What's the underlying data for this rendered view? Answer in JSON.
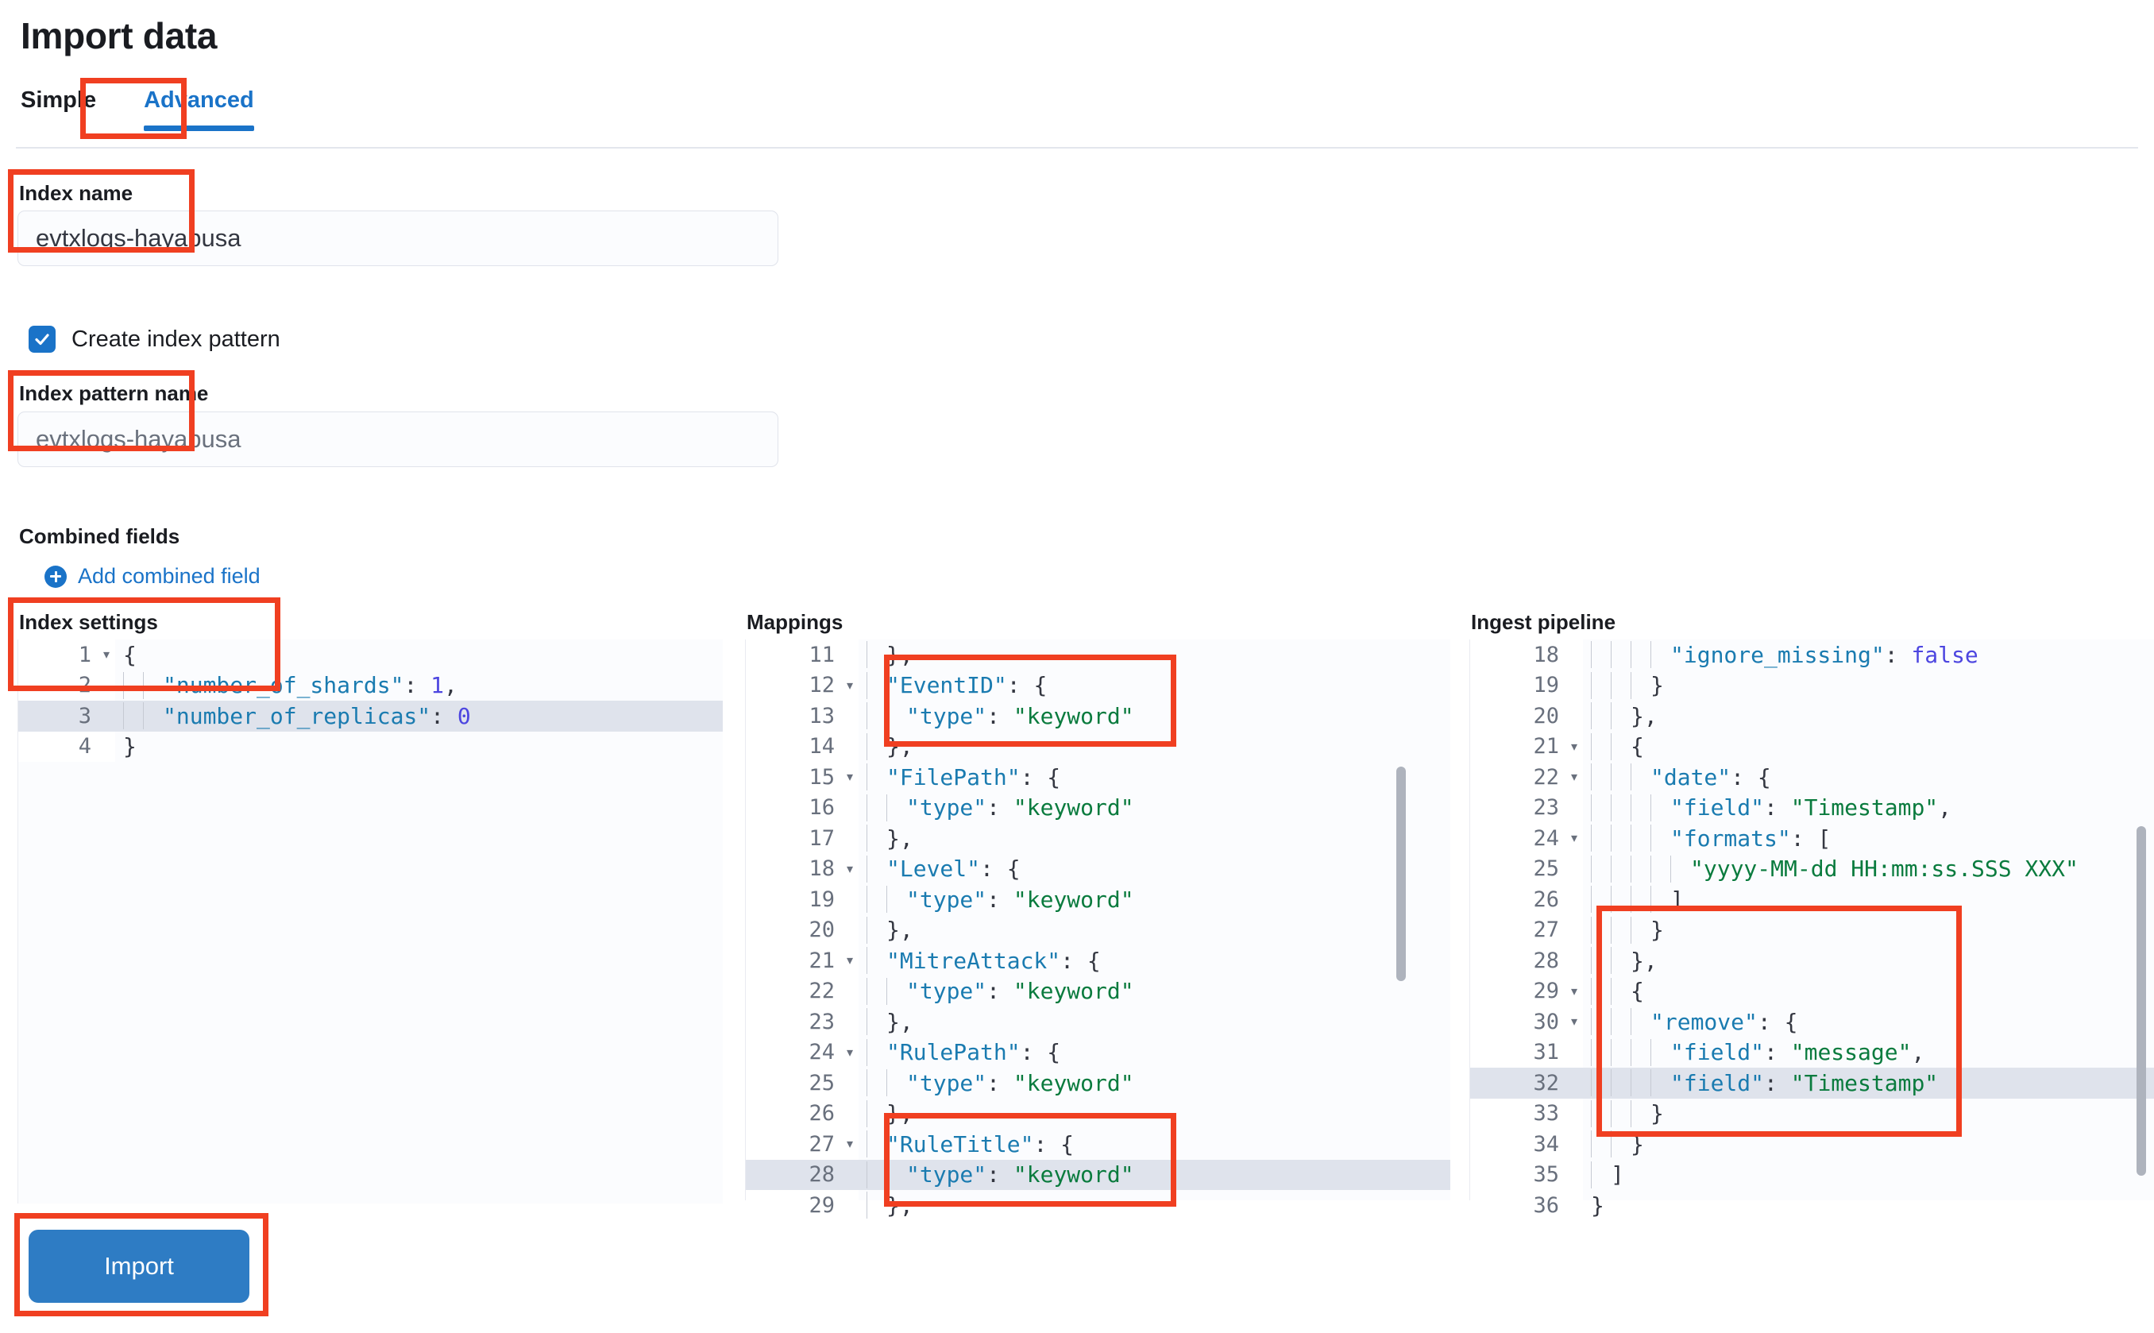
{
  "page": {
    "title": "Import data"
  },
  "tabs": [
    {
      "label": "Simple",
      "active": false
    },
    {
      "label": "Advanced",
      "active": true
    }
  ],
  "index_name": {
    "label": "Index name",
    "value": "evtxlogs-hayabusa"
  },
  "create_index_pattern": {
    "label": "Create index pattern",
    "checked": true
  },
  "index_pattern_name": {
    "label": "Index pattern name",
    "placeholder": "evtxlogs-hayabusa"
  },
  "combined_fields": {
    "label": "Combined fields",
    "add_link": "Add combined field"
  },
  "editors": {
    "index_settings": {
      "label": "Index settings",
      "first_line": 1,
      "highlighted_line": 3,
      "lines": [
        {
          "n": 1,
          "fold": true,
          "text": "{"
        },
        {
          "n": 2,
          "fold": false,
          "text": "    \"number_of_shards\": 1,"
        },
        {
          "n": 3,
          "fold": false,
          "text": "    \"number_of_replicas\": 0"
        },
        {
          "n": 4,
          "fold": false,
          "text": "}"
        }
      ]
    },
    "mappings": {
      "label": "Mappings",
      "first_line": 11,
      "highlighted_line": 28,
      "lines": [
        {
          "n": 11,
          "fold": false,
          "text": "  },"
        },
        {
          "n": 12,
          "fold": true,
          "text": "  \"EventID\": {"
        },
        {
          "n": 13,
          "fold": false,
          "text": "    \"type\": \"keyword\""
        },
        {
          "n": 14,
          "fold": false,
          "text": "  },"
        },
        {
          "n": 15,
          "fold": true,
          "text": "  \"FilePath\": {"
        },
        {
          "n": 16,
          "fold": false,
          "text": "    \"type\": \"keyword\""
        },
        {
          "n": 17,
          "fold": false,
          "text": "  },"
        },
        {
          "n": 18,
          "fold": true,
          "text": "  \"Level\": {"
        },
        {
          "n": 19,
          "fold": false,
          "text": "    \"type\": \"keyword\""
        },
        {
          "n": 20,
          "fold": false,
          "text": "  },"
        },
        {
          "n": 21,
          "fold": true,
          "text": "  \"MitreAttack\": {"
        },
        {
          "n": 22,
          "fold": false,
          "text": "    \"type\": \"keyword\""
        },
        {
          "n": 23,
          "fold": false,
          "text": "  },"
        },
        {
          "n": 24,
          "fold": true,
          "text": "  \"RulePath\": {"
        },
        {
          "n": 25,
          "fold": false,
          "text": "    \"type\": \"keyword\""
        },
        {
          "n": 26,
          "fold": false,
          "text": "  },"
        },
        {
          "n": 27,
          "fold": true,
          "text": "  \"RuleTitle\": {"
        },
        {
          "n": 28,
          "fold": false,
          "text": "    \"type\": \"keyword\""
        },
        {
          "n": 29,
          "fold": false,
          "text": "  },"
        }
      ]
    },
    "ingest_pipeline": {
      "label": "Ingest pipeline",
      "first_line": 18,
      "highlighted_line": 32,
      "lines": [
        {
          "n": 18,
          "fold": false,
          "text": "        \"ignore_missing\": false"
        },
        {
          "n": 19,
          "fold": false,
          "text": "      }"
        },
        {
          "n": 20,
          "fold": false,
          "text": "    },"
        },
        {
          "n": 21,
          "fold": true,
          "text": "    {"
        },
        {
          "n": 22,
          "fold": true,
          "text": "      \"date\": {"
        },
        {
          "n": 23,
          "fold": false,
          "text": "        \"field\": \"Timestamp\","
        },
        {
          "n": 24,
          "fold": true,
          "text": "        \"formats\": ["
        },
        {
          "n": 25,
          "fold": false,
          "text": "          \"yyyy-MM-dd HH:mm:ss.SSS XXX\""
        },
        {
          "n": 26,
          "fold": false,
          "text": "        ]"
        },
        {
          "n": 27,
          "fold": false,
          "text": "      }"
        },
        {
          "n": 28,
          "fold": false,
          "text": "    },"
        },
        {
          "n": 29,
          "fold": true,
          "text": "    {"
        },
        {
          "n": 30,
          "fold": true,
          "text": "      \"remove\": {"
        },
        {
          "n": 31,
          "fold": false,
          "text": "        \"field\": \"message\","
        },
        {
          "n": 32,
          "fold": false,
          "text": "        \"field\": \"Timestamp\""
        },
        {
          "n": 33,
          "fold": false,
          "text": "      }"
        },
        {
          "n": 34,
          "fold": false,
          "text": "    }"
        },
        {
          "n": 35,
          "fold": false,
          "text": "  ]"
        },
        {
          "n": 36,
          "fold": false,
          "text": "}"
        }
      ]
    }
  },
  "import_button": {
    "label": "Import"
  },
  "colors": {
    "accent_blue": "#1a73c8",
    "button_blue": "#2e7cc4",
    "annotation_red": "#f03f21",
    "string_green": "#0a7b3e",
    "key_blue": "#1a7bb0",
    "bool_purple": "#4d46e0",
    "editor_bg": "#fbfcfe",
    "highlight_row": "#dfe3ec"
  }
}
